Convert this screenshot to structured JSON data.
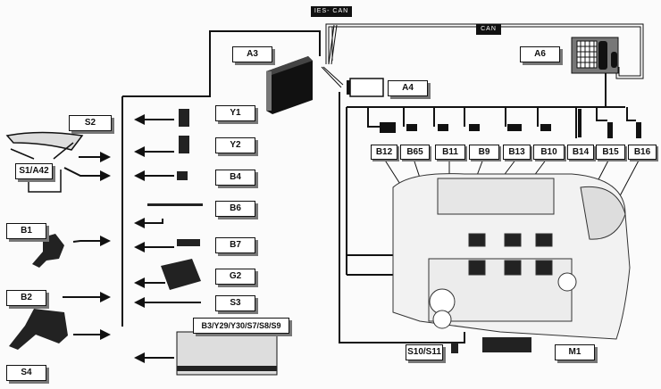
{
  "diagram": {
    "buses": {
      "ies_can": "IES- CAN",
      "can": "CAN"
    },
    "control_units": {
      "a3": "A3",
      "a4": "A4",
      "a6": "A6"
    },
    "left_inputs": {
      "s2": "S2",
      "s1_a42": "S1/A42",
      "b1": "B1",
      "b2": "B2",
      "s4": "S4"
    },
    "mid_components": {
      "y1": "Y1",
      "y2": "Y2",
      "b4": "B4",
      "b6": "B6",
      "b7": "B7",
      "g2": "G2",
      "s3": "S3",
      "transmission": "B3/Y29/Y30/S7/S8/S9"
    },
    "engine_sensors": [
      "B12",
      "B65",
      "B11",
      "B9",
      "B13",
      "B10",
      "B14",
      "B15",
      "B16"
    ],
    "starter": {
      "switch": "S10/S11",
      "motor": "M1"
    }
  }
}
